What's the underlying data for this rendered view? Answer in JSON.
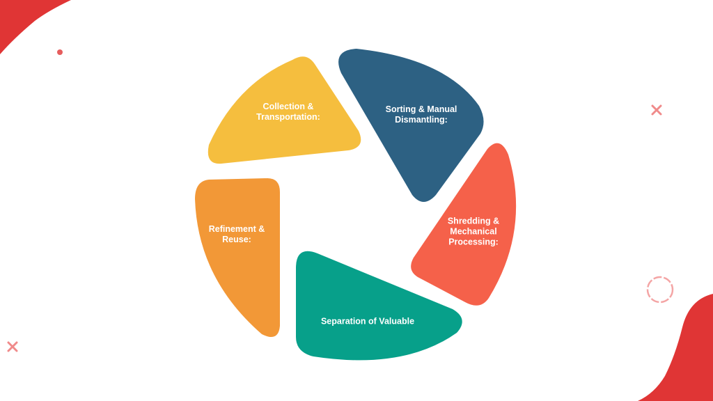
{
  "colors": {
    "accent_red": "#E03535",
    "yellow": "#F5BE3E",
    "blue": "#2D6183",
    "red_orange": "#F5614A",
    "teal": "#07A08A",
    "orange": "#F29837"
  },
  "segments": [
    {
      "label": "Collection &\nTransportation:",
      "color": "#F5BE3E"
    },
    {
      "label": "Sorting & Manual\nDismantling:",
      "color": "#2D6183"
    },
    {
      "label": "Shredding &\nMechanical\nProcessing:",
      "color": "#F5614A"
    },
    {
      "label": "Separation of Valuable",
      "color": "#07A08A"
    },
    {
      "label": "Refinement &\nReuse:",
      "color": "#F29837"
    }
  ]
}
